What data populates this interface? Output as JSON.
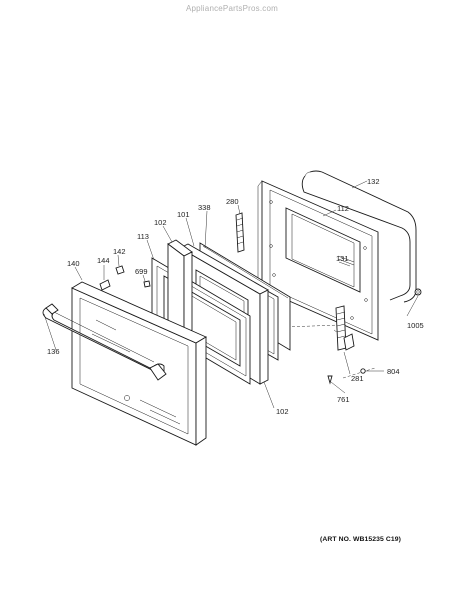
{
  "watermark": "AppliancePartsPros.com",
  "art_number": "(ART NO. WB15235 C19)",
  "callouts": {
    "p132": "132",
    "p112": "112",
    "p338": "338",
    "p280": "280",
    "p101": "101",
    "p102_top": "102",
    "p113": "113",
    "p142": "142",
    "p144": "144",
    "p140": "140",
    "p699": "699",
    "p131": "131",
    "p1005": "1005",
    "p136": "136",
    "p804": "804",
    "p281": "281",
    "p761": "761",
    "p102_bottom": "102"
  }
}
